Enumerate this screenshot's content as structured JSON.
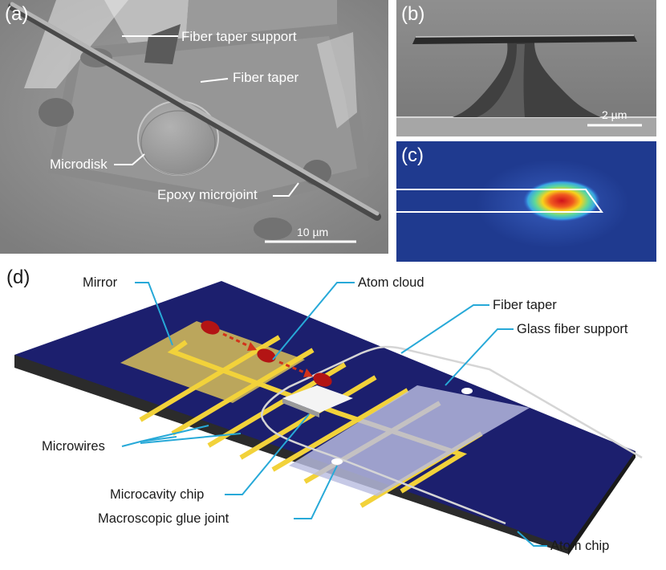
{
  "panel_a": {
    "label": "(a)",
    "labels": {
      "fiber_taper_support": "Fiber taper support",
      "fiber_taper": "Fiber taper",
      "microdisk": "Microdisk",
      "epoxy_microjoint": "Epoxy microjoint"
    },
    "scale_bar": "10 µm"
  },
  "panel_b": {
    "label": "(b)",
    "scale_bar": "2 µm"
  },
  "panel_c": {
    "label": "(c)",
    "colors": {
      "background": "#1f3a8f",
      "hot": "#d0111b",
      "outline": "#ffffff"
    }
  },
  "panel_d": {
    "label": "(d)",
    "labels": {
      "mirror": "Mirror",
      "atom_cloud": "Atom cloud",
      "fiber_taper": "Fiber taper",
      "glass_fiber_support": "Glass fiber support",
      "microwires": "Microwires",
      "microcavity_chip": "Microcavity chip",
      "macroscopic_glue_joint": "Macroscopic glue joint",
      "atom_chip": "Atom chip"
    },
    "colors": {
      "chip": "#1c1f6e",
      "wire": "#f2d23a",
      "mirror": "#c9b25a",
      "atoms": "#b31414",
      "support": "#b9bde0",
      "leader": "#27a9d8"
    }
  }
}
